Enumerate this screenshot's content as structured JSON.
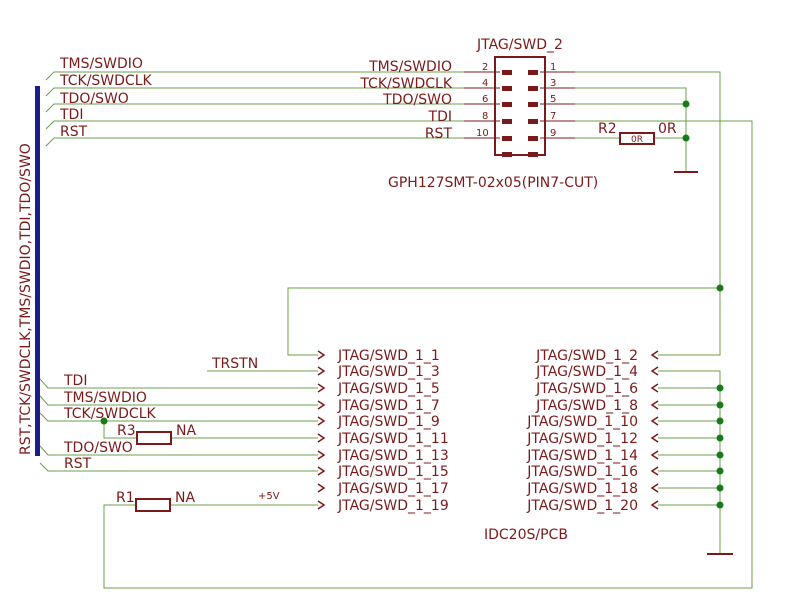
{
  "colors": {
    "wire": "#6aa04a",
    "component": "#7b1a1a",
    "bus": "#1c1c8a",
    "junction": "#1a7a1a",
    "text": "#7b1a1a"
  },
  "bus": {
    "label": "RST,TCK/SWDCLK,TMS/SWDIO,TDI,TDO/SWO",
    "top_nets": [
      "TMS/SWDIO",
      "TCK/SWDCLK",
      "TDO/SWO",
      "TDI",
      "RST"
    ],
    "bottom_nets": [
      "TDI",
      "TMS/SWDIO",
      "TCK/SWDCLK",
      "TDO/SWO",
      "RST"
    ]
  },
  "connector_top": {
    "name": "JTAG/SWD_2",
    "part": "GPH127SMT-02x05(PIN7-CUT)",
    "left_pins": [
      {
        "num": "2",
        "net": "TMS/SWDIO"
      },
      {
        "num": "4",
        "net": "TCK/SWDCLK"
      },
      {
        "num": "6",
        "net": "TDO/SWO"
      },
      {
        "num": "8",
        "net": "TDI"
      },
      {
        "num": "10",
        "net": "RST"
      }
    ],
    "right_pins": [
      "1",
      "3",
      "5",
      "7",
      "9"
    ]
  },
  "resistors": {
    "r2": {
      "name": "R2",
      "value": "0R",
      "body_label": "0R"
    },
    "r3": {
      "name": "R3",
      "value": "NA"
    },
    "r1": {
      "name": "R1",
      "value": "NA"
    }
  },
  "connector_bottom": {
    "part": "IDC20S/PCB",
    "left_pins": [
      "JTAG/SWD_1_1",
      "JTAG/SWD_1_3",
      "JTAG/SWD_1_5",
      "JTAG/SWD_1_7",
      "JTAG/SWD_1_9",
      "JTAG/SWD_1_11",
      "JTAG/SWD_1_13",
      "JTAG/SWD_1_15",
      "JTAG/SWD_1_17",
      "JTAG/SWD_1_19"
    ],
    "right_pins": [
      "JTAG/SWD_1_2",
      "JTAG/SWD_1_4",
      "JTAG/SWD_1_6",
      "JTAG/SWD_1_8",
      "JTAG/SWD_1_10",
      "JTAG/SWD_1_12",
      "JTAG/SWD_1_14",
      "JTAG/SWD_1_16",
      "JTAG/SWD_1_18",
      "JTAG/SWD_1_20"
    ]
  },
  "nets": {
    "trstn": "TRSTN",
    "power": "+5V"
  }
}
